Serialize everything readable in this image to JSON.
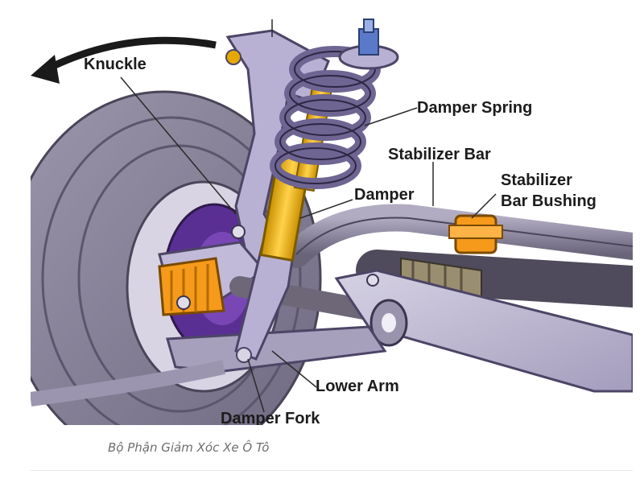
{
  "figure": {
    "labels": {
      "knuckle": "Knuckle",
      "damper_spring": "Damper Spring",
      "stabilizer_bar": "Stabilizer Bar",
      "stabilizer_bar_bushing_line1": "Stabilizer",
      "stabilizer_bar_bushing_line2": "Bar Bushing",
      "damper": "Damper",
      "lower_arm": "Lower Arm",
      "damper_fork": "Damper Fork"
    },
    "caption": "Bộ Phận Giảm Xóc Xe Ô Tô"
  },
  "colors": {
    "tire": "#8f8a9e",
    "metal_lavender": "#b6aed0",
    "spring_purple": "#6f6592",
    "damper_yellow": "#e6a800",
    "boot_orange": "#f59a1a",
    "hub_purple": "#5a2f93",
    "label_text": "#1c1c1c",
    "caption_text": "#6e6e6e"
  }
}
